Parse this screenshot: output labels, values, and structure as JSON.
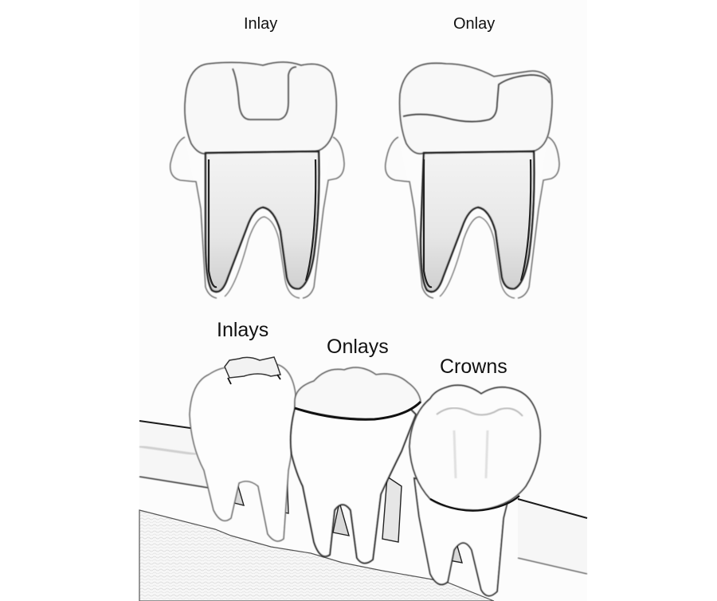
{
  "diagram": {
    "top_panel": {
      "left_label": "Inlay",
      "right_label": "Onlay"
    },
    "bottom_panel": {
      "labels": [
        "Inlays",
        "Onlays",
        "Crowns"
      ]
    },
    "style": {
      "background": "#ffffff",
      "panel_background": "#fcfcfc",
      "stroke": "#1a1a1a",
      "shade": "#9a9a9a",
      "text": "#111111"
    }
  }
}
